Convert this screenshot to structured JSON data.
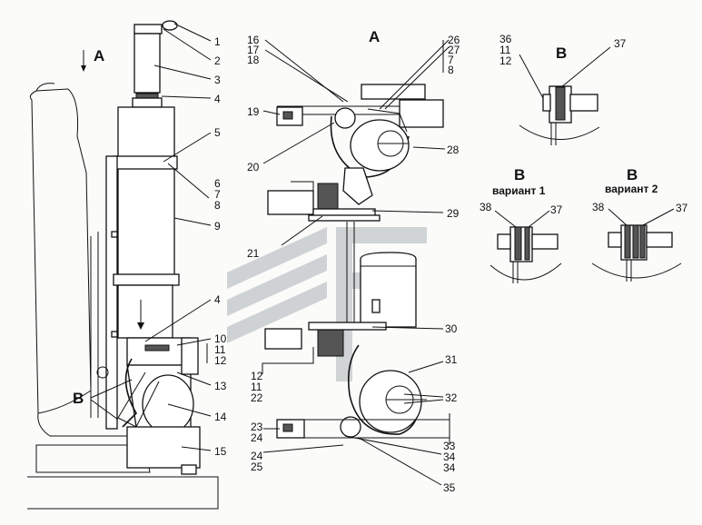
{
  "view_labels": {
    "main_view_arrow": "А",
    "view_a_title": "А",
    "view_b": "В",
    "view_b_v1": "В",
    "view_b_v2": "В",
    "variant1": "вариант 1",
    "variant2": "вариант 2"
  },
  "callouts_left": [
    "1",
    "2",
    "3",
    "4",
    "5",
    "6",
    "7",
    "8",
    "9",
    "4",
    "10",
    "11",
    "12",
    "13",
    "14",
    "15"
  ],
  "callouts_left_b": "В",
  "callouts_mid": {
    "top_left": [
      "16",
      "17",
      "18"
    ],
    "top_right": [
      "26",
      "27",
      "7",
      "8"
    ],
    "n19": "19",
    "n20": "20",
    "n21": "21",
    "n28": "28",
    "n29": "29",
    "n30": "30",
    "stack_12": [
      "12",
      "11",
      "22"
    ],
    "n31": "31",
    "n32": "32",
    "stack_23": [
      "23",
      "24"
    ],
    "stack_24": [
      "24",
      "25"
    ],
    "stack_33": [
      "33",
      "34",
      "34"
    ],
    "n35": "35"
  },
  "callouts_right": {
    "b_stack": [
      "36",
      "11",
      "12"
    ],
    "b_37": "37",
    "v1_38": "38",
    "v1_37": "37",
    "v2_38": "38",
    "v2_37": "37"
  },
  "colors": {
    "ink": "#111111",
    "watermark": "#c8ccce",
    "paper": "#fbfbfa"
  }
}
